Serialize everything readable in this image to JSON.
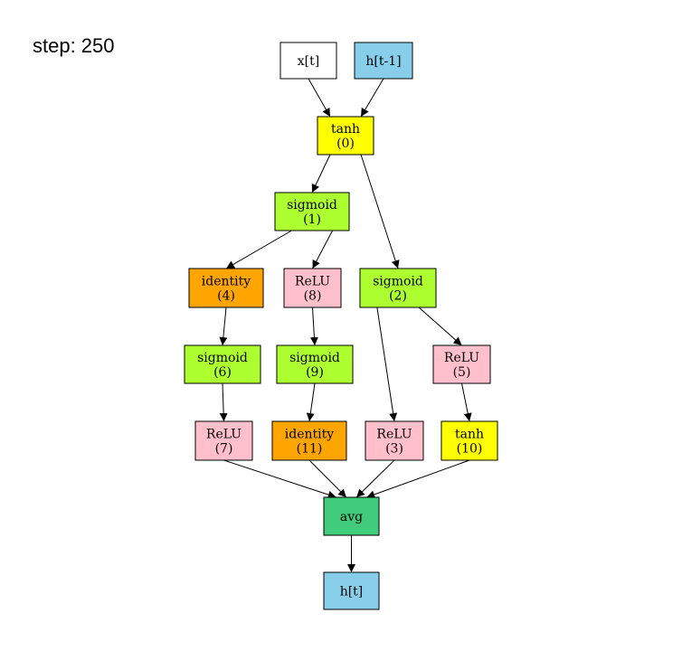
{
  "title": "step: 250",
  "nodes": [
    {
      "id": "xt",
      "lines": [
        "x[t]"
      ],
      "fill": "#ffffff"
    },
    {
      "id": "ht1",
      "lines": [
        "h[t-1]"
      ],
      "fill": "#87ceeb"
    },
    {
      "id": "n0",
      "lines": [
        "tanh",
        "(0)"
      ],
      "fill": "#ffff00"
    },
    {
      "id": "n1",
      "lines": [
        "sigmoid",
        "(1)"
      ],
      "fill": "#adff2f"
    },
    {
      "id": "n4",
      "lines": [
        "identity",
        "(4)"
      ],
      "fill": "#ffa500"
    },
    {
      "id": "n8",
      "lines": [
        "ReLU",
        "(8)"
      ],
      "fill": "#ffc0cb"
    },
    {
      "id": "n2",
      "lines": [
        "sigmoid",
        "(2)"
      ],
      "fill": "#adff2f"
    },
    {
      "id": "n6",
      "lines": [
        "sigmoid",
        "(6)"
      ],
      "fill": "#adff2f"
    },
    {
      "id": "n9",
      "lines": [
        "sigmoid",
        "(9)"
      ],
      "fill": "#adff2f"
    },
    {
      "id": "n5",
      "lines": [
        "ReLU",
        "(5)"
      ],
      "fill": "#ffc0cb"
    },
    {
      "id": "n7",
      "lines": [
        "ReLU",
        "(7)"
      ],
      "fill": "#ffc0cb"
    },
    {
      "id": "n11",
      "lines": [
        "identity",
        "(11)"
      ],
      "fill": "#ffa500"
    },
    {
      "id": "n3",
      "lines": [
        "ReLU",
        "(3)"
      ],
      "fill": "#ffc0cb"
    },
    {
      "id": "n10",
      "lines": [
        "tanh",
        "(10)"
      ],
      "fill": "#ffff00"
    },
    {
      "id": "avg",
      "lines": [
        "avg"
      ],
      "fill": "#40cc7a"
    },
    {
      "id": "ht",
      "lines": [
        "h[t]"
      ],
      "fill": "#87ceeb"
    }
  ],
  "edges": [
    [
      "xt",
      "n0"
    ],
    [
      "ht1",
      "n0"
    ],
    [
      "n0",
      "n1"
    ],
    [
      "n0",
      "n2"
    ],
    [
      "n1",
      "n4"
    ],
    [
      "n1",
      "n8"
    ],
    [
      "n4",
      "n6"
    ],
    [
      "n8",
      "n9"
    ],
    [
      "n2",
      "n3"
    ],
    [
      "n2",
      "n5"
    ],
    [
      "n6",
      "n7"
    ],
    [
      "n9",
      "n11"
    ],
    [
      "n5",
      "n10"
    ],
    [
      "n7",
      "avg"
    ],
    [
      "n11",
      "avg"
    ],
    [
      "n3",
      "avg"
    ],
    [
      "n10",
      "avg"
    ],
    [
      "avg",
      "ht"
    ]
  ]
}
